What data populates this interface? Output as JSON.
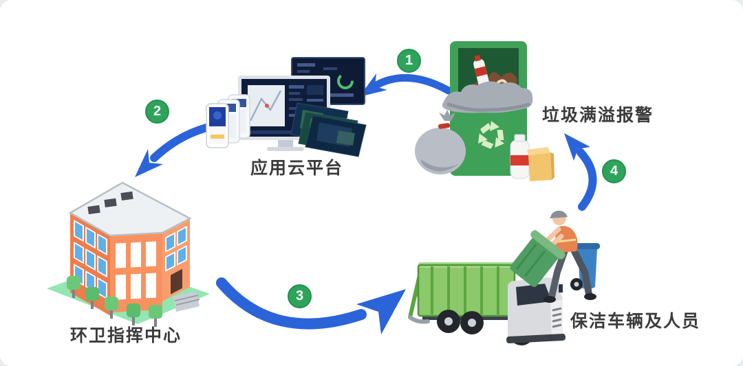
{
  "diagram": {
    "type": "cyclic-process-flow",
    "topic": "smart sanitation garbage collection workflow",
    "nodes": [
      {
        "id": "garbage-overflow-alarm",
        "label": "垃圾满溢报警",
        "illustration": "overflowing-garbage-bin"
      },
      {
        "id": "cloud-platform",
        "label": "应用云平台",
        "illustration": "monitors-phones-tablets"
      },
      {
        "id": "sanitation-command-center",
        "label": "环卫指挥中心",
        "illustration": "office-building"
      },
      {
        "id": "cleaning-vehicles-personnel",
        "label": "保洁车辆及人员",
        "illustration": "garbage-truck-with-worker"
      }
    ],
    "steps": [
      {
        "number": "1"
      },
      {
        "number": "2"
      },
      {
        "number": "3"
      },
      {
        "number": "4"
      }
    ],
    "flow": [
      {
        "step": "1",
        "from": "garbage-overflow-alarm",
        "to": "cloud-platform"
      },
      {
        "step": "2",
        "from": "cloud-platform",
        "to": "sanitation-command-center"
      },
      {
        "step": "3",
        "from": "sanitation-command-center",
        "to": "cleaning-vehicles-personnel"
      },
      {
        "step": "4",
        "from": "cleaning-vehicles-personnel",
        "to": "garbage-overflow-alarm"
      }
    ],
    "colors": {
      "arrow_blue": "#2b63d9",
      "step_badge_green": "#2ea35c",
      "bin_green": "#3fa057",
      "truck_green": "#8bc96a",
      "building_orange": "#f2804f",
      "lawn_green": "#93e6b1",
      "label_text": "#3b3b3b",
      "background": "#ffffff"
    }
  }
}
